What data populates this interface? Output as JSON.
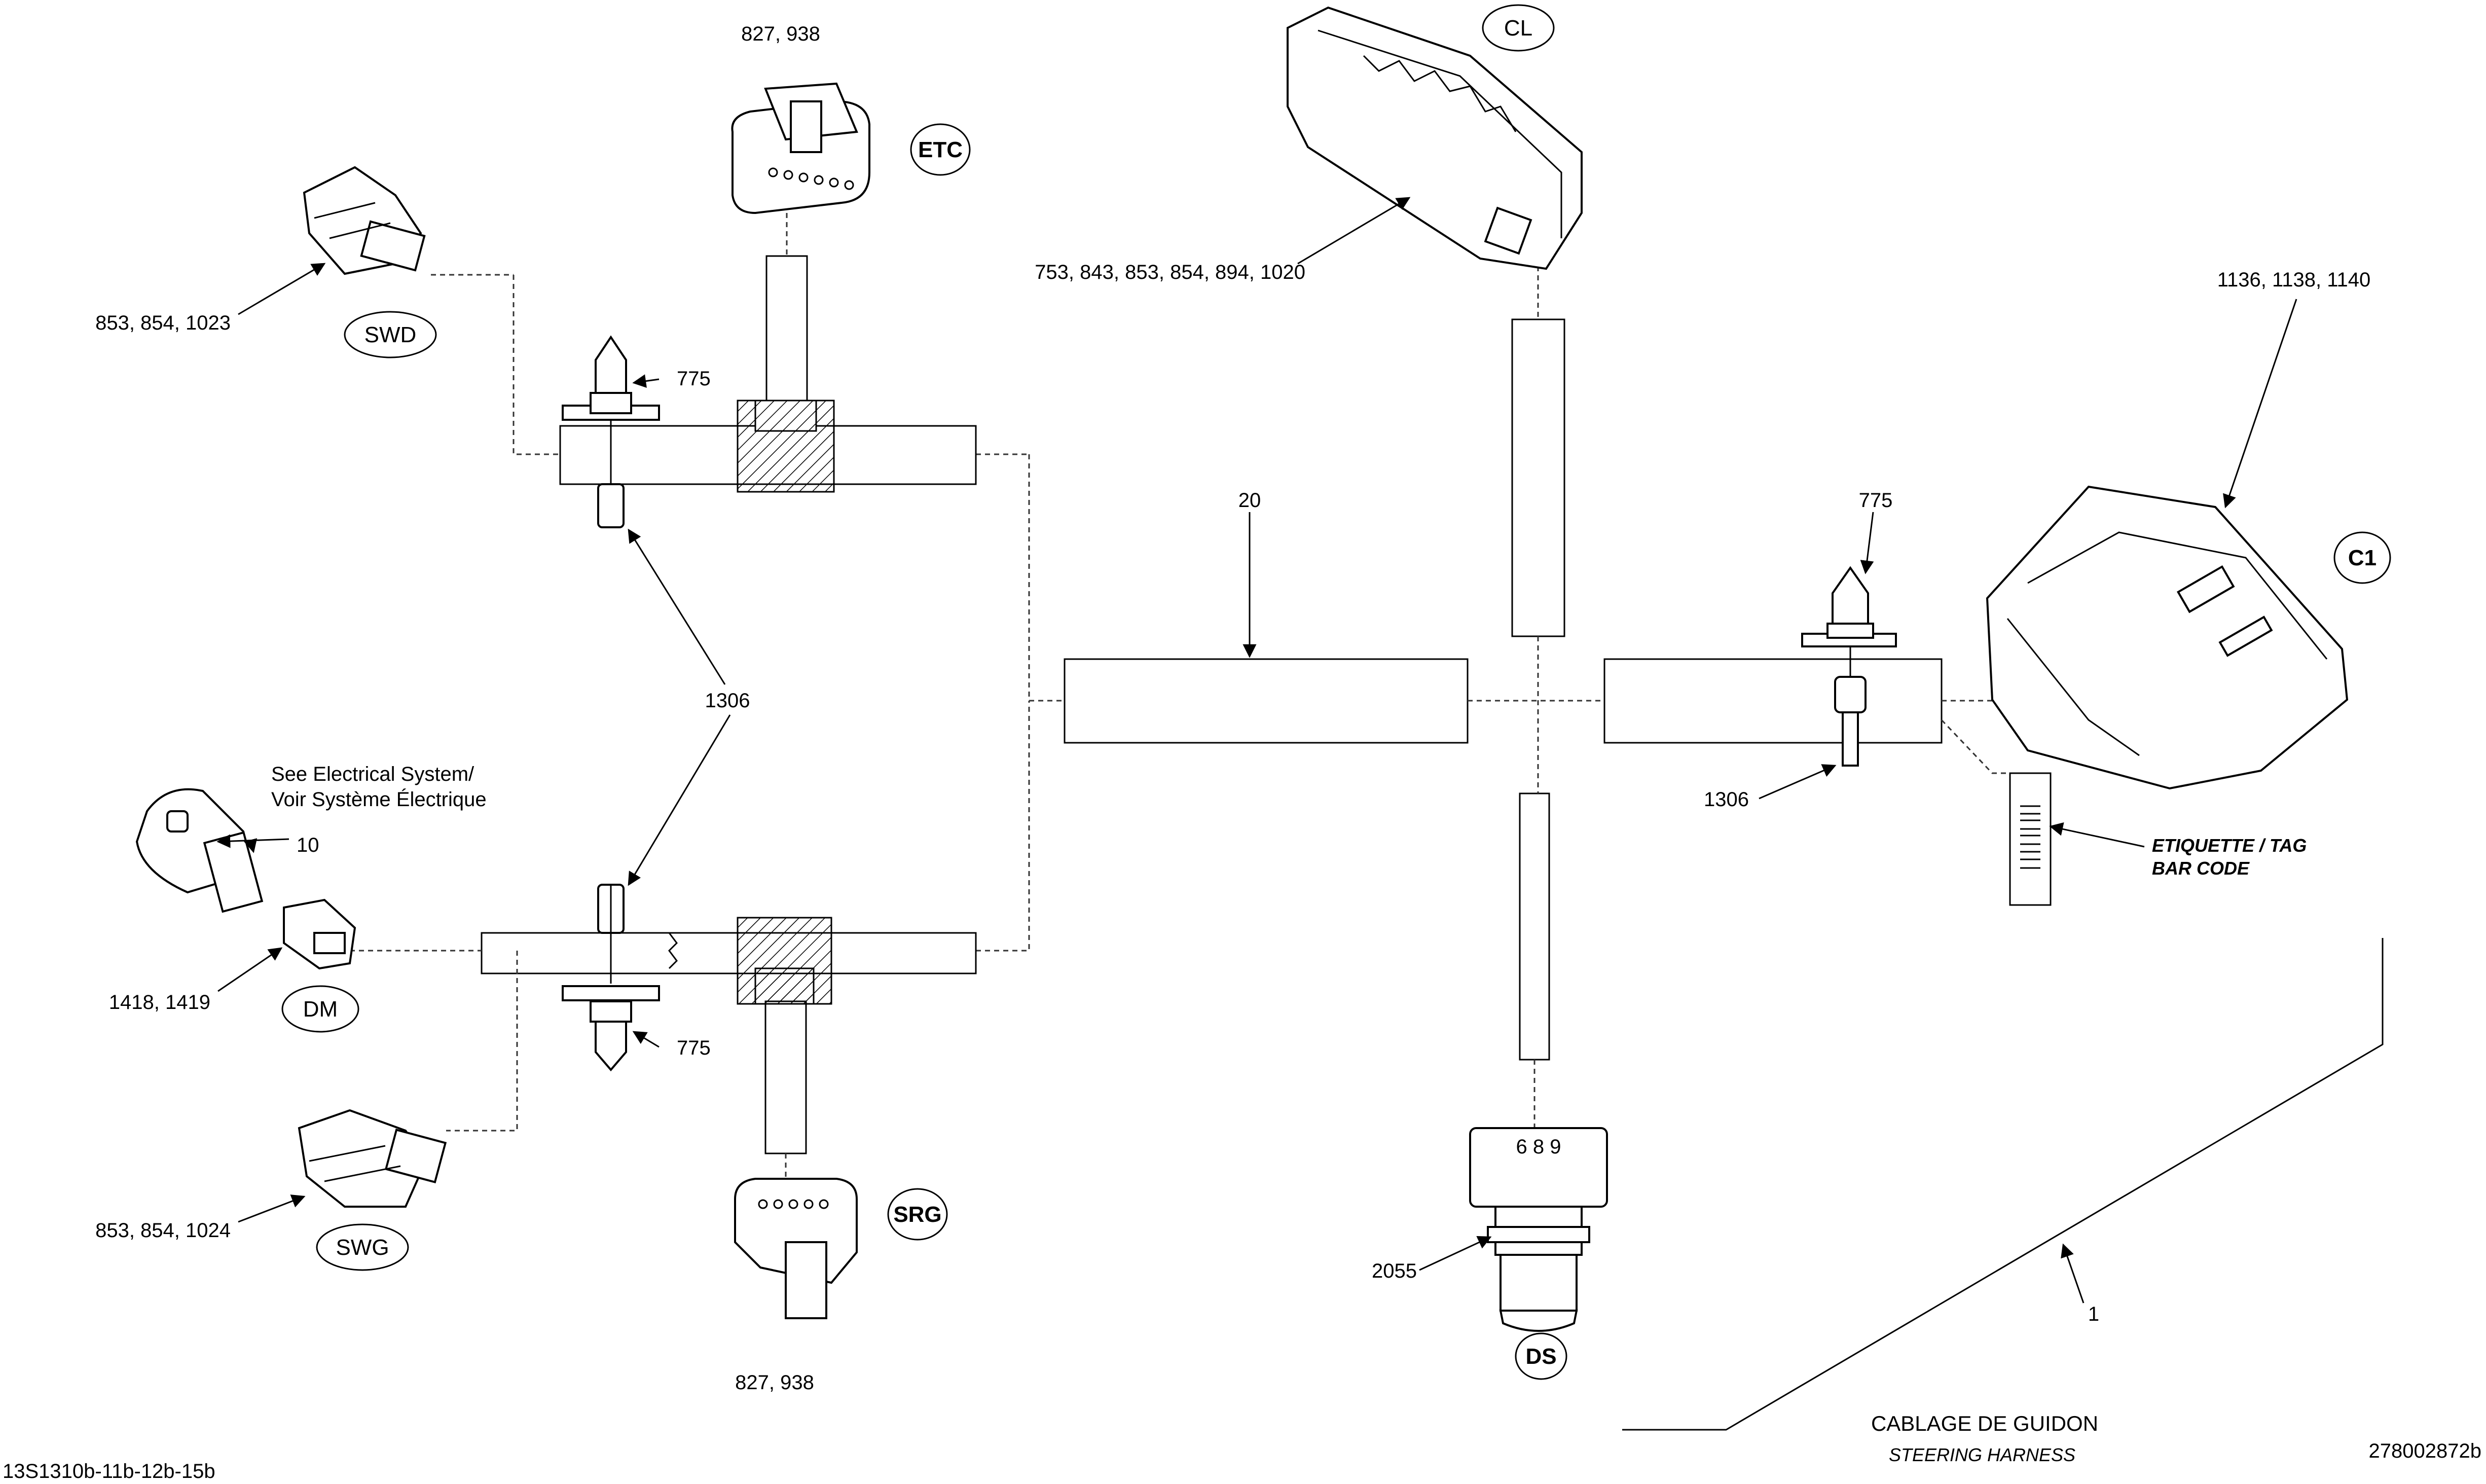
{
  "diagram": {
    "title": "CABLAGE DE GUIDON",
    "subtitle": "STEERING HARNESS",
    "left_code": "13S1310b-11b-12b-15b",
    "right_code": "278002872b"
  },
  "tags": {
    "cl": "CL",
    "etc": "ETC",
    "swd": "SWD",
    "c1": "C1",
    "dm": "DM",
    "swg": "SWG",
    "srg": "SRG",
    "ds": "DS"
  },
  "labels": {
    "etc_parts": "827, 938",
    "srg_parts": "827, 938",
    "cl_parts": "753, 843, 853, 854, 894, 1020",
    "swd_parts": "853, 854, 1023",
    "swg_parts": "853, 854, 1024",
    "c1_parts": "1136, 1138, 1140",
    "clip_top_left": "775",
    "clip_bottom_left": "775",
    "clip_right": "775",
    "tie_left": "1306",
    "tie_right": "1306",
    "harness": "20",
    "dm_parts": "1418, 1419",
    "sensor_part": "10",
    "ds_part": "2055",
    "ds_code": "6 8 9",
    "harness_main": "1",
    "see_note_line1": "See Electrical System/",
    "see_note_line2": "Voir Système Électrique",
    "barcode_line1": "ETIQUETTE / TAG",
    "barcode_line2": "BAR CODE"
  }
}
